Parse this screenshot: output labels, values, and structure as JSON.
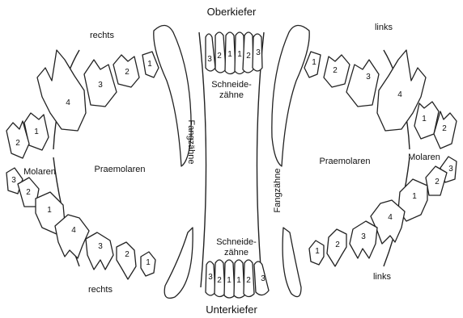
{
  "labels": {
    "upper_jaw": "Oberkiefer",
    "lower_jaw": "Unterkiefer",
    "right_top": "rechts",
    "left_top": "links",
    "right_bottom": "rechts",
    "left_bottom": "links",
    "incisors_top": [
      "Schneide-",
      "zähne"
    ],
    "incisors_bottom": [
      "Schneide-",
      "zähne"
    ],
    "canines_left": "Fangzähne",
    "canines_right": "Fangzähne",
    "premolars_left": "Praemolaren",
    "premolars_right": "Praemolaren",
    "molars_left": "Molaren",
    "molars_right": "Molaren"
  },
  "teeth": {
    "upper_incisors": [
      "3",
      "2",
      "1",
      "1",
      "2",
      "3"
    ],
    "lower_incisors": [
      "3",
      "2",
      "1",
      "1",
      "2",
      "3"
    ],
    "left_upper_premolars": [
      "1",
      "2",
      "3",
      "4"
    ],
    "left_upper_molars": [
      "1",
      "2"
    ],
    "left_lower_molars": [
      "3",
      "2",
      "1"
    ],
    "left_lower_premolars": [
      "4",
      "3",
      "2",
      "1"
    ],
    "right_upper_premolars": [
      "1",
      "2",
      "3",
      "4"
    ],
    "right_upper_molars": [
      "1",
      "2"
    ],
    "right_lower_molars": [
      "3",
      "2",
      "1"
    ],
    "right_lower_premolars": [
      "4",
      "3",
      "2",
      "1"
    ]
  }
}
